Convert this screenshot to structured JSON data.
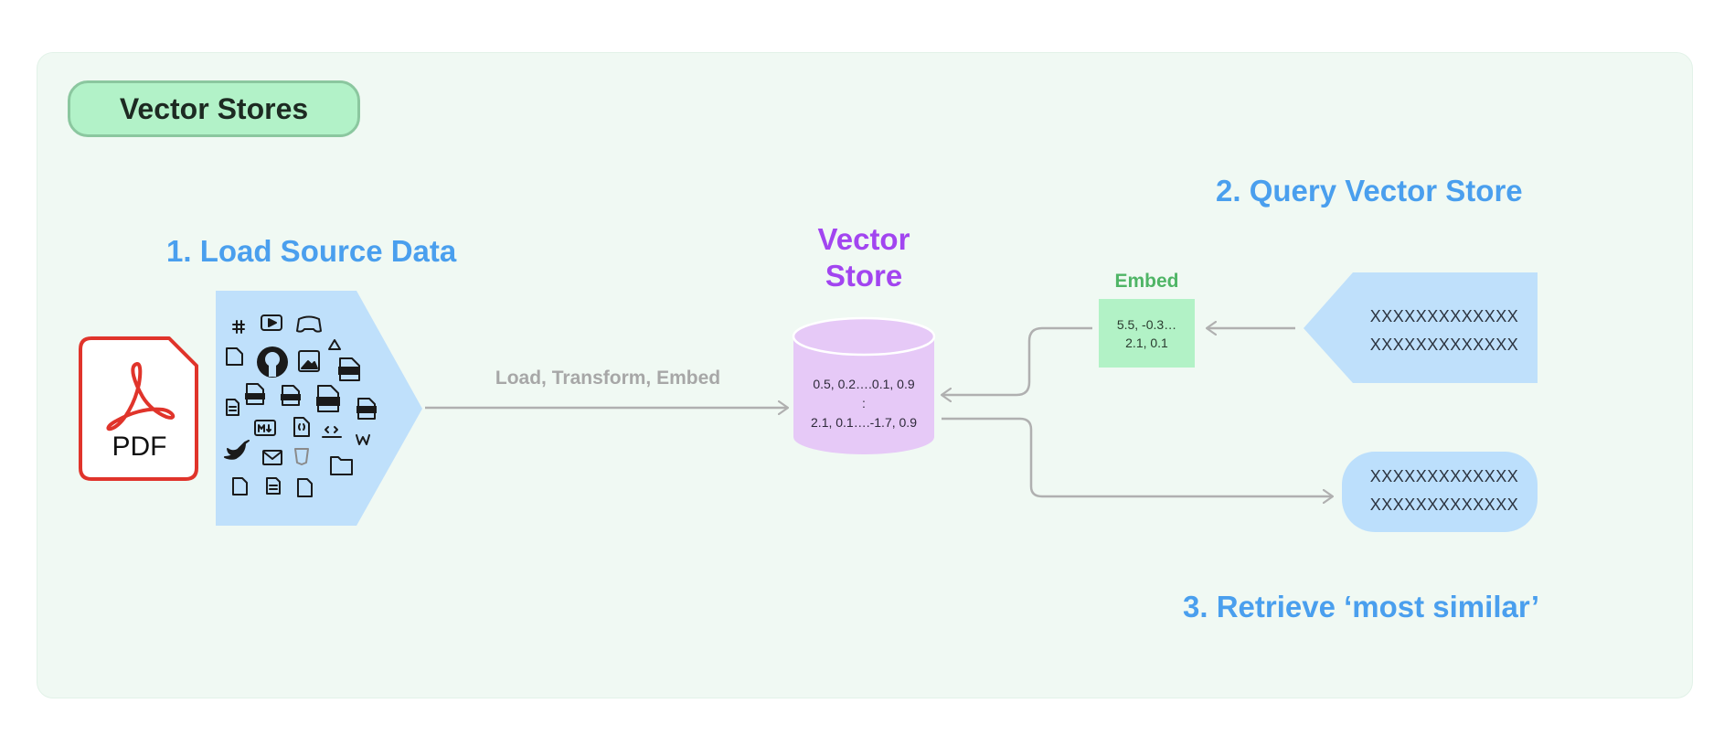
{
  "title": "Vector Stores",
  "steps": {
    "load": "1. Load Source Data",
    "query": "2. Query Vector Store",
    "retrieve": "3. Retrieve ‘most similar’"
  },
  "edge_label": "Load, Transform, Embed",
  "vector_store": {
    "title_line1": "Vector",
    "title_line2": "Store",
    "row1": "0.5, 0.2….0.1, 0.9",
    "row2": ":",
    "row3": "2.1, 0.1….-1.7, 0.9"
  },
  "embed": {
    "title": "Embed",
    "line1": "5.5, -0.3…",
    "line2": "2.1, 0.1"
  },
  "query": {
    "line1": "XXXXXXXXXXXXX",
    "line2": "XXXXXXXXXXXXX"
  },
  "result": {
    "line1": "XXXXXXXXXXXXX",
    "line2": "XXXXXXXXXXXXX"
  },
  "pdf_label": "PDF",
  "source_icons": [
    "slack-icon",
    "youtube-icon",
    "discord-icon",
    "google-drive-icon",
    "file-icon",
    "github-icon",
    "image-icon",
    "csv-icon",
    "file-text-icon",
    "pdf-file-icon",
    "doc-file-icon",
    "txt-file-icon",
    "ppt-file-icon",
    "markdown-icon",
    "json-file-icon",
    "html-icon",
    "wikipedia-icon",
    "twitter-icon",
    "email-icon",
    "css-icon",
    "folder-icon"
  ],
  "colors": {
    "panel_bg": "#f0f9f3",
    "accent_blue": "#4a9fee",
    "source_blue": "#bfe0fb",
    "store_purple": "#e6c9f7",
    "store_title": "#a245f0",
    "embed_green": "#b2f2c6",
    "pdf_red": "#e0342b",
    "arrow_gray": "#b0b0b0"
  }
}
